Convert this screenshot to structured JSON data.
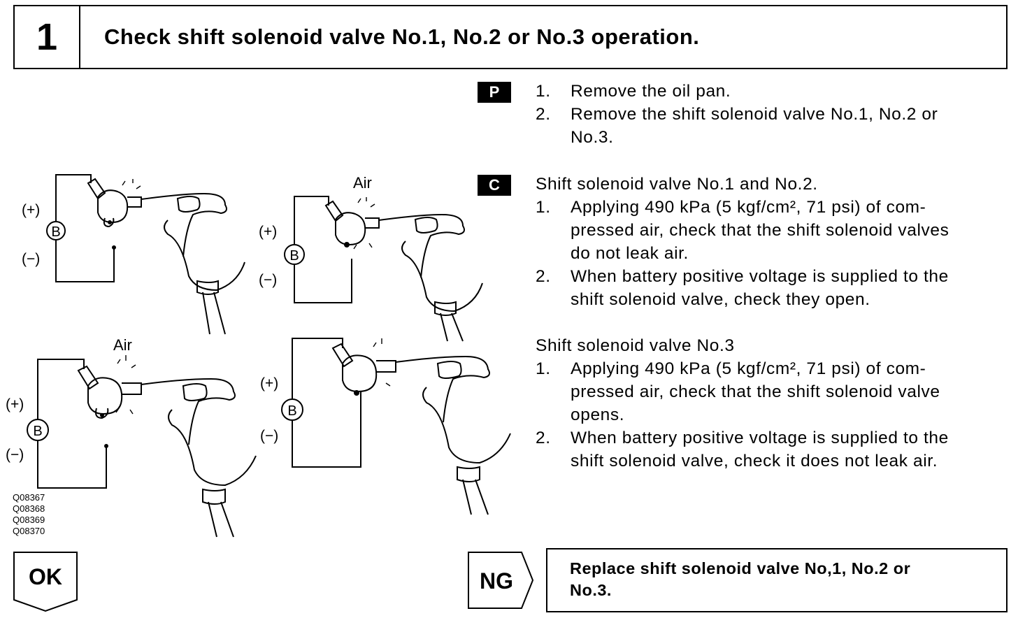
{
  "step": {
    "number": "1",
    "title": "Check shift solenoid valve No.1, No.2 or No.3 operation."
  },
  "prep": {
    "tag": "P",
    "items": [
      {
        "num": "1.",
        "lines": [
          "Remove the oil pan."
        ]
      },
      {
        "num": "2.",
        "lines": [
          "Remove the shift solenoid valve No.1, No.2 or",
          "No.3."
        ]
      }
    ]
  },
  "check": {
    "tag": "C",
    "sections": [
      {
        "heading": "Shift solenoid valve No.1 and No.2.",
        "items": [
          {
            "num": "1.",
            "line1": "Applying 490 kPa (5 kgf/cm², 71 psi) of com-",
            "line2": "pressed air, check that the shift solenoid valves",
            "line3": "do not leak air."
          },
          {
            "num": "2.",
            "line1": "When battery positive voltage is supplied to the",
            "line2": "shift solenoid valve, check they open."
          }
        ]
      },
      {
        "heading": "Shift solenoid valve No.3",
        "items": [
          {
            "num": "1.",
            "line1": "Applying 490 kPa (5 kgf/cm², 71 psi) of com-",
            "line2": "pressed air, check that the shift solenoid valve",
            "line3": "opens."
          },
          {
            "num": "2.",
            "line1": "When battery positive voltage is supplied to the",
            "line2": "shift solenoid valve, check it does not leak air."
          }
        ]
      }
    ]
  },
  "figures": {
    "plus": "(+)",
    "minus": "(−)",
    "battery": "B",
    "air": "Air",
    "codes": [
      "Q08367",
      "Q08368",
      "Q08369",
      "Q08370"
    ]
  },
  "results": {
    "ok": "OK",
    "ng": "NG",
    "ng_action_line1": "Replace shift solenoid valve No,1, No.2 or",
    "ng_action_line2": "No.3."
  }
}
